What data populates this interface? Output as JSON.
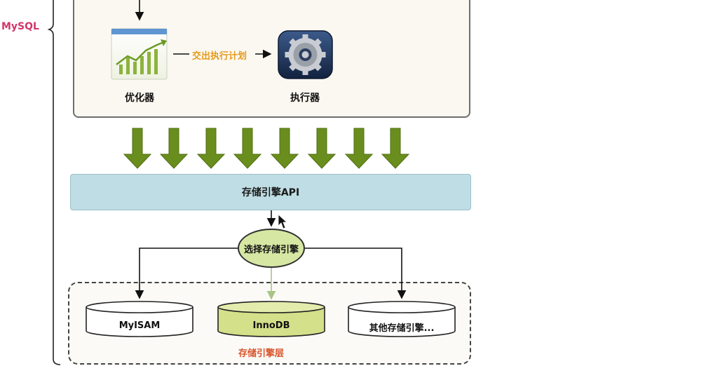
{
  "mysql_label": "MySQL",
  "optimizer": {
    "label": "优化器",
    "icon": "chart-icon"
  },
  "executor": {
    "label": "执行器",
    "icon": "gear-icon"
  },
  "handoff_label": "交出执行计划",
  "api_bar": {
    "label": "存储引擎API"
  },
  "selector": {
    "label": "选择存储引擎"
  },
  "engines": [
    {
      "label": "MyISAM",
      "color": "#ffffff"
    },
    {
      "label": "InnoDB",
      "color": "#d4e08a"
    },
    {
      "label": "其他存储引擎..."
    }
  ],
  "layer_label": "存储引擎层",
  "colors": {
    "mysql": "#d2366b",
    "handoff": "#e69a1c",
    "api_fill": "#bfdde4",
    "arrow_green": "#6a8e1e",
    "layer_label": "#d9542b"
  }
}
